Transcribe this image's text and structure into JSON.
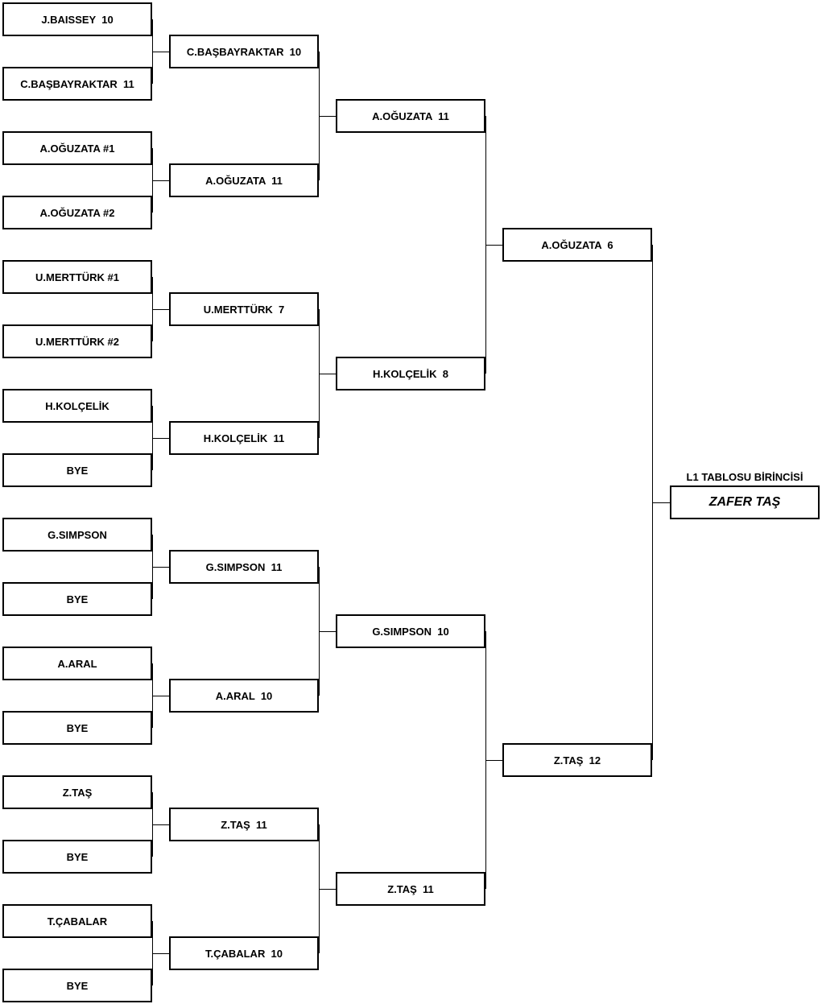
{
  "rounds": [
    [
      "J.BAISSEY  10",
      "C.BAŞBAYRAKTAR  11",
      "A.OĞUZATA #1",
      "A.OĞUZATA #2",
      "U.MERTTÜRK #1",
      "U.MERTTÜRK #2",
      "H.KOLÇELİK",
      "BYE",
      "G.SIMPSON",
      "BYE",
      "A.ARAL",
      "BYE",
      "Z.TAŞ",
      "BYE",
      "T.ÇABALAR",
      "BYE"
    ],
    [
      "C.BAŞBAYRAKTAR  10",
      "A.OĞUZATA  11",
      "U.MERTTÜRK  7",
      "H.KOLÇELİK  11",
      "G.SIMPSON  11",
      "A.ARAL  10",
      "Z.TAŞ  11",
      "T.ÇABALAR  10"
    ],
    [
      "A.OĞUZATA  11",
      "H.KOLÇELİK  8",
      "G.SIMPSON  10",
      "Z.TAŞ  11"
    ],
    [
      "A.OĞUZATA  6",
      "Z.TAŞ  12"
    ]
  ],
  "champion": {
    "title": "L1 TABLOSU BİRİNCİSİ",
    "name": "ZAFER TAŞ"
  }
}
